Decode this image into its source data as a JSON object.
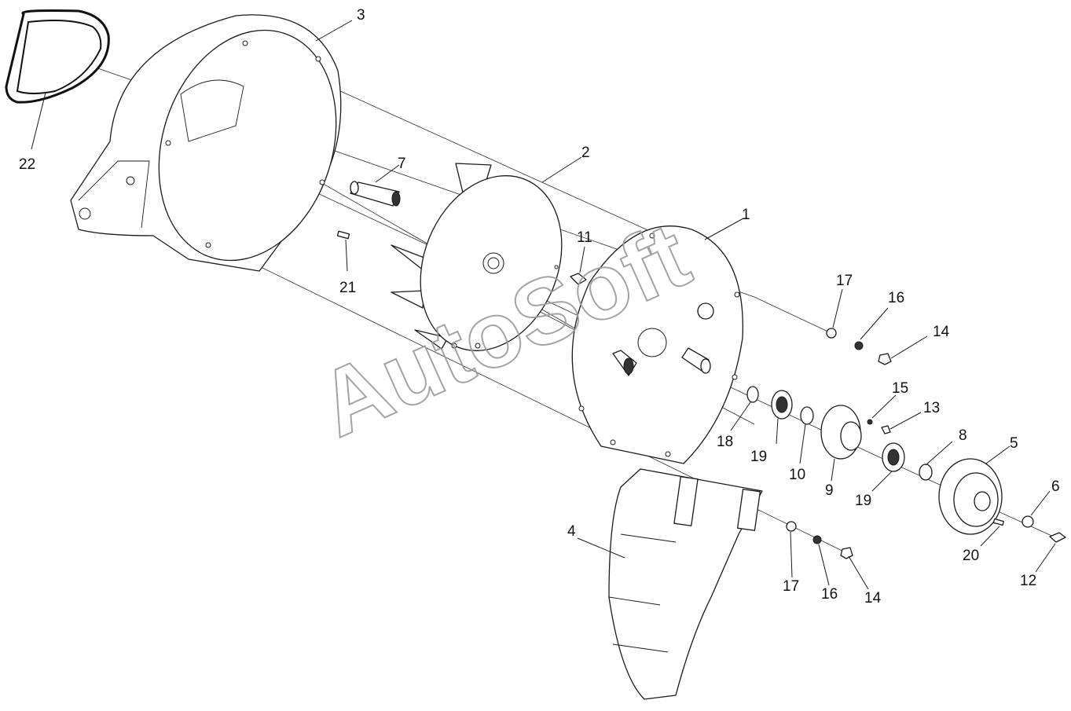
{
  "watermark": "AutoSoft",
  "callouts": [
    {
      "id": "c3",
      "text": "3"
    },
    {
      "id": "c22",
      "text": "22"
    },
    {
      "id": "c7",
      "text": "7"
    },
    {
      "id": "c2",
      "text": "2"
    },
    {
      "id": "c1",
      "text": "1"
    },
    {
      "id": "c11",
      "text": "11"
    },
    {
      "id": "c21",
      "text": "21"
    },
    {
      "id": "c17a",
      "text": "17"
    },
    {
      "id": "c16a",
      "text": "16"
    },
    {
      "id": "c14a",
      "text": "14"
    },
    {
      "id": "c15",
      "text": "15"
    },
    {
      "id": "c13",
      "text": "13"
    },
    {
      "id": "c18",
      "text": "18"
    },
    {
      "id": "c19a",
      "text": "19"
    },
    {
      "id": "c10",
      "text": "10"
    },
    {
      "id": "c9",
      "text": "9"
    },
    {
      "id": "c8",
      "text": "8"
    },
    {
      "id": "c19b",
      "text": "19"
    },
    {
      "id": "c5",
      "text": "5"
    },
    {
      "id": "c6",
      "text": "6"
    },
    {
      "id": "c20",
      "text": "20"
    },
    {
      "id": "c12",
      "text": "12"
    },
    {
      "id": "c4",
      "text": "4"
    },
    {
      "id": "c17b",
      "text": "17"
    },
    {
      "id": "c16b",
      "text": "16"
    },
    {
      "id": "c14b",
      "text": "14"
    }
  ]
}
